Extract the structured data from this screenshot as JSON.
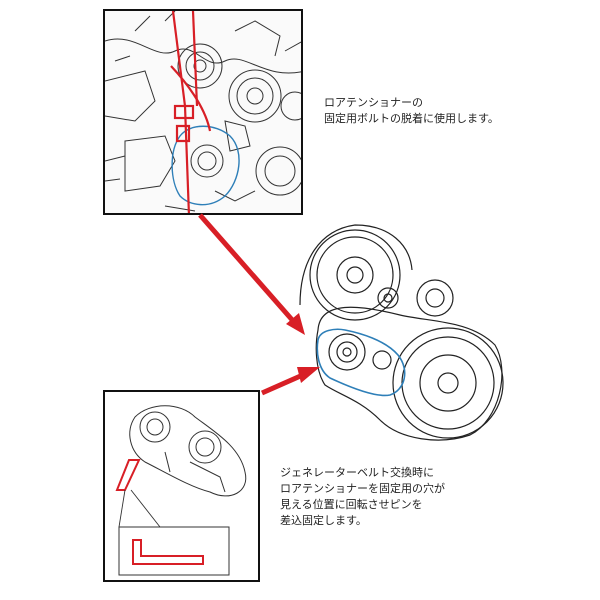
{
  "captions": {
    "top": [
      "ロアテンショナーの",
      "固定用ボルトの脱着に使用します。"
    ],
    "bottom": [
      "ジェネレーターベルト交換時に",
      "ロアテンショナーを固定用の穴が",
      "見える位置に回転させピンを",
      "差込固定します。"
    ]
  },
  "colors": {
    "accent": "#d81f26",
    "highlight": "#2e7fb8",
    "line": "#222222"
  },
  "icons": [
    "engine-illustration",
    "tensioner-illustration",
    "pulley-assembly-illustration",
    "hex-pin-tool-icon",
    "arrow-icon"
  ]
}
